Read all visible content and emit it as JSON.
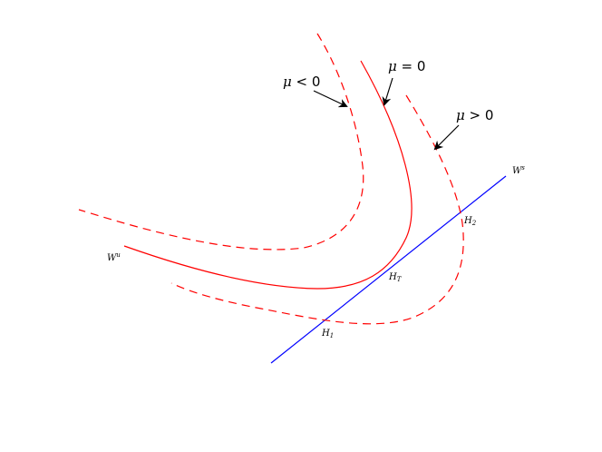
{
  "figure": {
    "labels": {
      "mu_negative": {
        "symbol": "μ",
        "relation": " < 0"
      },
      "mu_zero": {
        "symbol": "μ",
        "relation": " = 0"
      },
      "mu_positive": {
        "symbol": "μ",
        "relation": " > 0"
      },
      "unstable_manifold": {
        "base": "W",
        "sup": "u"
      },
      "stable_manifold": {
        "base": "W",
        "sup": "s"
      },
      "h1": {
        "base": "H",
        "sub": "1"
      },
      "h2": {
        "base": "H",
        "sub": "2"
      },
      "ht": {
        "base": "H",
        "sub": "T"
      }
    },
    "colors": {
      "unstable_curves": "#ff0000",
      "stable_line": "#0000ff",
      "arrows": "#000000",
      "text": "#000000"
    },
    "curve_styles": {
      "mu_negative": "dashed",
      "mu_zero": "solid",
      "mu_positive": "dashed",
      "stable_manifold": "solid"
    }
  }
}
